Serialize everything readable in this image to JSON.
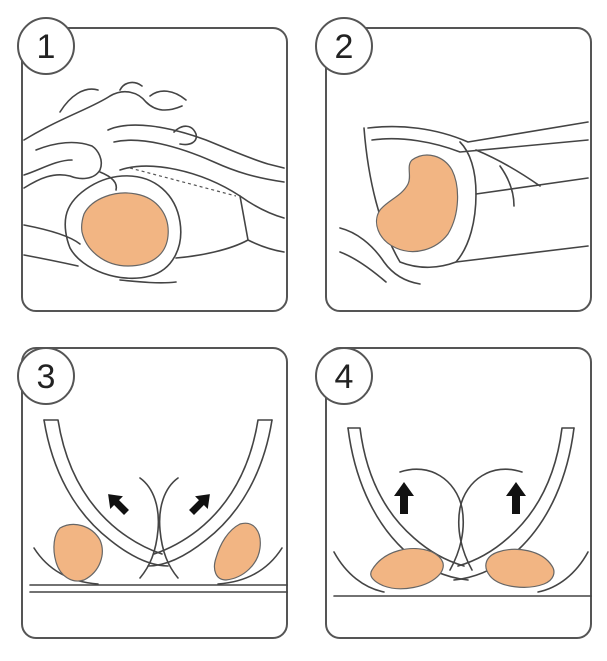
{
  "colors": {
    "pad_fill": "#F2B583",
    "frame_stroke": "#555555",
    "arrow_fill": "#111111"
  },
  "steps": [
    {
      "number": "1"
    },
    {
      "number": "2"
    },
    {
      "number": "3"
    },
    {
      "number": "4"
    }
  ],
  "icons": {
    "arrow": "arrow-icon"
  }
}
